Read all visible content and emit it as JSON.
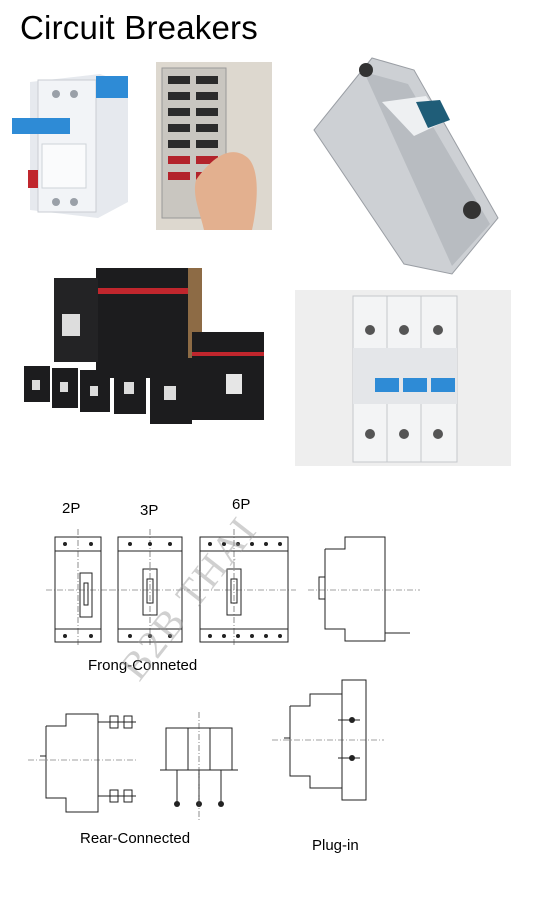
{
  "title": "Circuit Breakers",
  "pole_labels": [
    "2P",
    "3P",
    "6P"
  ],
  "captions": {
    "front": "Frong-Conneted",
    "rear": "Rear-Connected",
    "plugin": "Plug-in"
  },
  "watermark": "B2B THAI",
  "colors": {
    "accent_blue": "#2e8bd6",
    "breaker_white": "#eef0f2",
    "breaker_gray": "#bfc3c7",
    "moulded_black": "#1c1c1e",
    "red_stripe": "#c0262d"
  }
}
